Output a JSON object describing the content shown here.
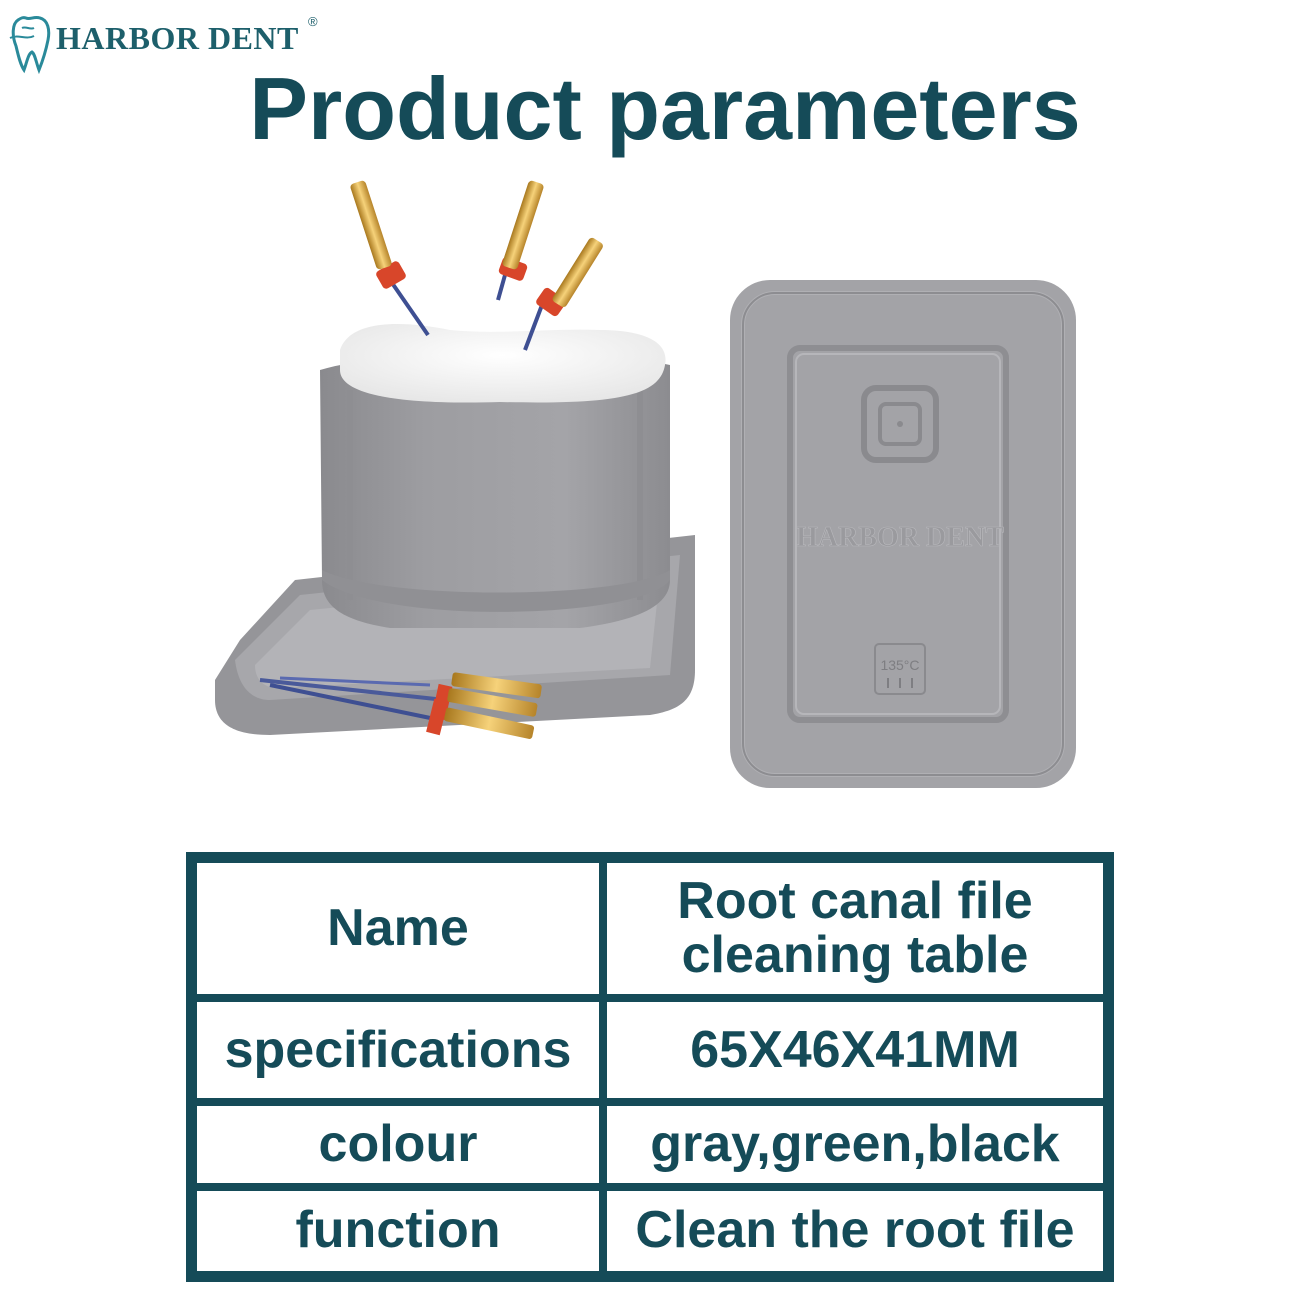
{
  "brand": {
    "name": "HARBOR DENT",
    "registered_mark": "®",
    "color": "#1d5f6b"
  },
  "title": "Product parameters",
  "product_image": {
    "watermark": "HARBOR DENT",
    "temperature_mark": "135°C"
  },
  "spec_table": {
    "rows": [
      {
        "label": "Name",
        "value": "Root canal file cleaning table"
      },
      {
        "label": "specifications",
        "value": "65X46X41MM"
      },
      {
        "label": "colour",
        "value": "gray,green,black"
      },
      {
        "label": "function",
        "value": "Clean the root file"
      }
    ],
    "border_color": "#154b58",
    "text_color": "#154b58"
  }
}
